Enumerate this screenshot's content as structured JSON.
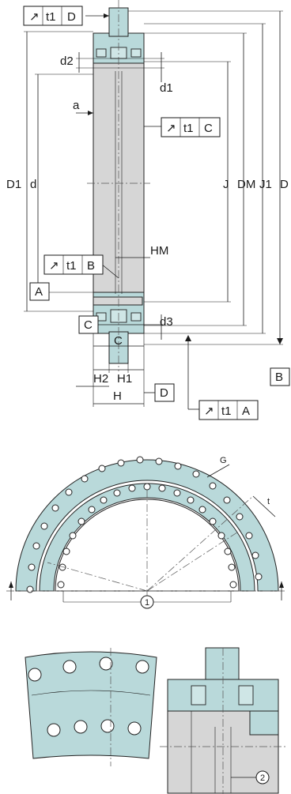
{
  "colors": {
    "part_fill": "#b9d9da",
    "grey_fill": "#d6d6d6",
    "line": "#1a1a1a"
  },
  "top_view": {
    "datum_D_box": {
      "symbol": "runout-arrow",
      "tolerance": "t1",
      "datum": "D"
    },
    "datum_C_box": {
      "symbol": "runout-arrow",
      "tolerance": "t1",
      "datum": "C"
    },
    "datum_B_box": {
      "symbol": "runout-arrow",
      "tolerance": "t1",
      "datum": "B"
    },
    "datum_A_box": {
      "symbol": "runout-arrow",
      "tolerance": "t1",
      "datum": "A"
    },
    "datum_letters": {
      "A": "A",
      "B": "B",
      "C": "C",
      "D": "D"
    },
    "dims": {
      "d2": "d2",
      "d1": "d1",
      "a": "a",
      "D1": "D1",
      "d": "d",
      "J": "J",
      "DM": "DM",
      "J1": "J1",
      "D": "D",
      "HM": "HM",
      "d3": "d3",
      "C": "C",
      "H2": "H2",
      "H1": "H1",
      "H": "H"
    }
  },
  "front_view": {
    "G_label": "G",
    "t_label": "t",
    "callout_1": "1"
  },
  "detail_view": {
    "callout_2": "2"
  }
}
